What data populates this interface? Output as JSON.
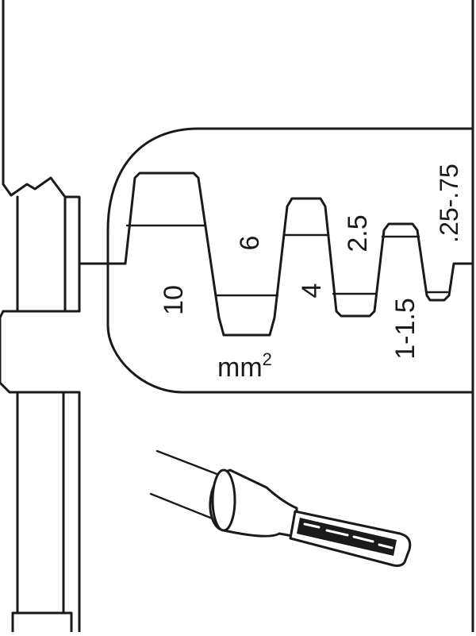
{
  "unit_label": "mm",
  "unit_exponent": "2",
  "die_sizes": [
    {
      "id": "size-10",
      "label": "10"
    },
    {
      "id": "size-6",
      "label": "6"
    },
    {
      "id": "size-4",
      "label": "4"
    },
    {
      "id": "size-2-5",
      "label": "2.5"
    },
    {
      "id": "size-1-1-5",
      "label": "1-1.5"
    },
    {
      "id": "size-025-075",
      "label": ".25-.75"
    }
  ],
  "colors": {
    "line": "#1a1a1a",
    "background": "#ffffff",
    "ferrule_band": "#1a1a1a"
  }
}
